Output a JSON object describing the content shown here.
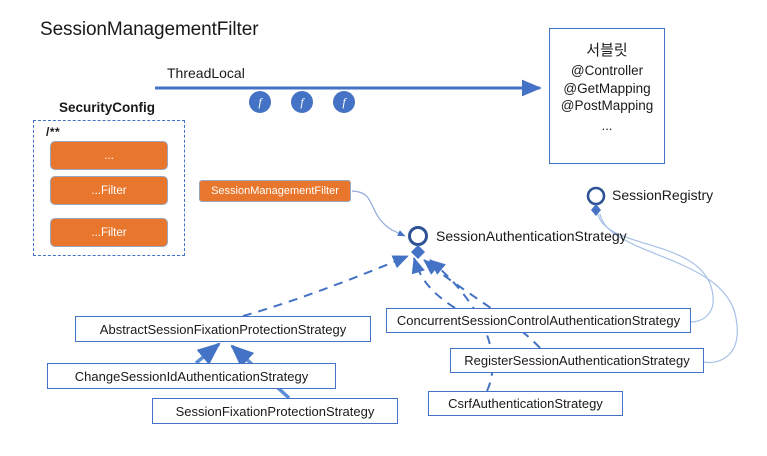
{
  "diagram": {
    "title": "SessionManagementFilter",
    "accent_blue": "#4472c4",
    "accent_orange": "#e8762c",
    "text_color": "#1a1a1a"
  },
  "flow": {
    "threadlocal_label": "ThreadLocal",
    "filter_badges": [
      {
        "glyph": "f"
      },
      {
        "glyph": "f"
      },
      {
        "glyph": "f"
      }
    ]
  },
  "security_config": {
    "title": "SecurityConfig",
    "pattern": "/**",
    "chips": [
      {
        "label": "..."
      },
      {
        "label": "...Filter"
      },
      {
        "label": "...Filter"
      }
    ]
  },
  "servlet": {
    "heading": "서블릿",
    "annotations": [
      "@Controller",
      "@GetMapping",
      "@PostMapping"
    ],
    "ellipsis": "..."
  },
  "filter_tag": {
    "label": "SessionManagementFilter"
  },
  "interfaces": [
    {
      "name": "SessionAuthenticationStrategy"
    },
    {
      "name": "SessionRegistry"
    }
  ],
  "classes": [
    {
      "id": "abstract",
      "label": "AbstractSessionFixationProtectionStrategy"
    },
    {
      "id": "changesessionid",
      "label": "ChangeSessionIdAuthenticationStrategy"
    },
    {
      "id": "sessionfixation",
      "label": "SessionFixationProtectionStrategy"
    },
    {
      "id": "concurrent",
      "label": "ConcurrentSessionControlAuthenticationStrategy"
    },
    {
      "id": "register",
      "label": "RegisterSessionAuthenticationStrategy"
    },
    {
      "id": "csrf",
      "label": "CsrfAuthenticationStrategy"
    }
  ]
}
